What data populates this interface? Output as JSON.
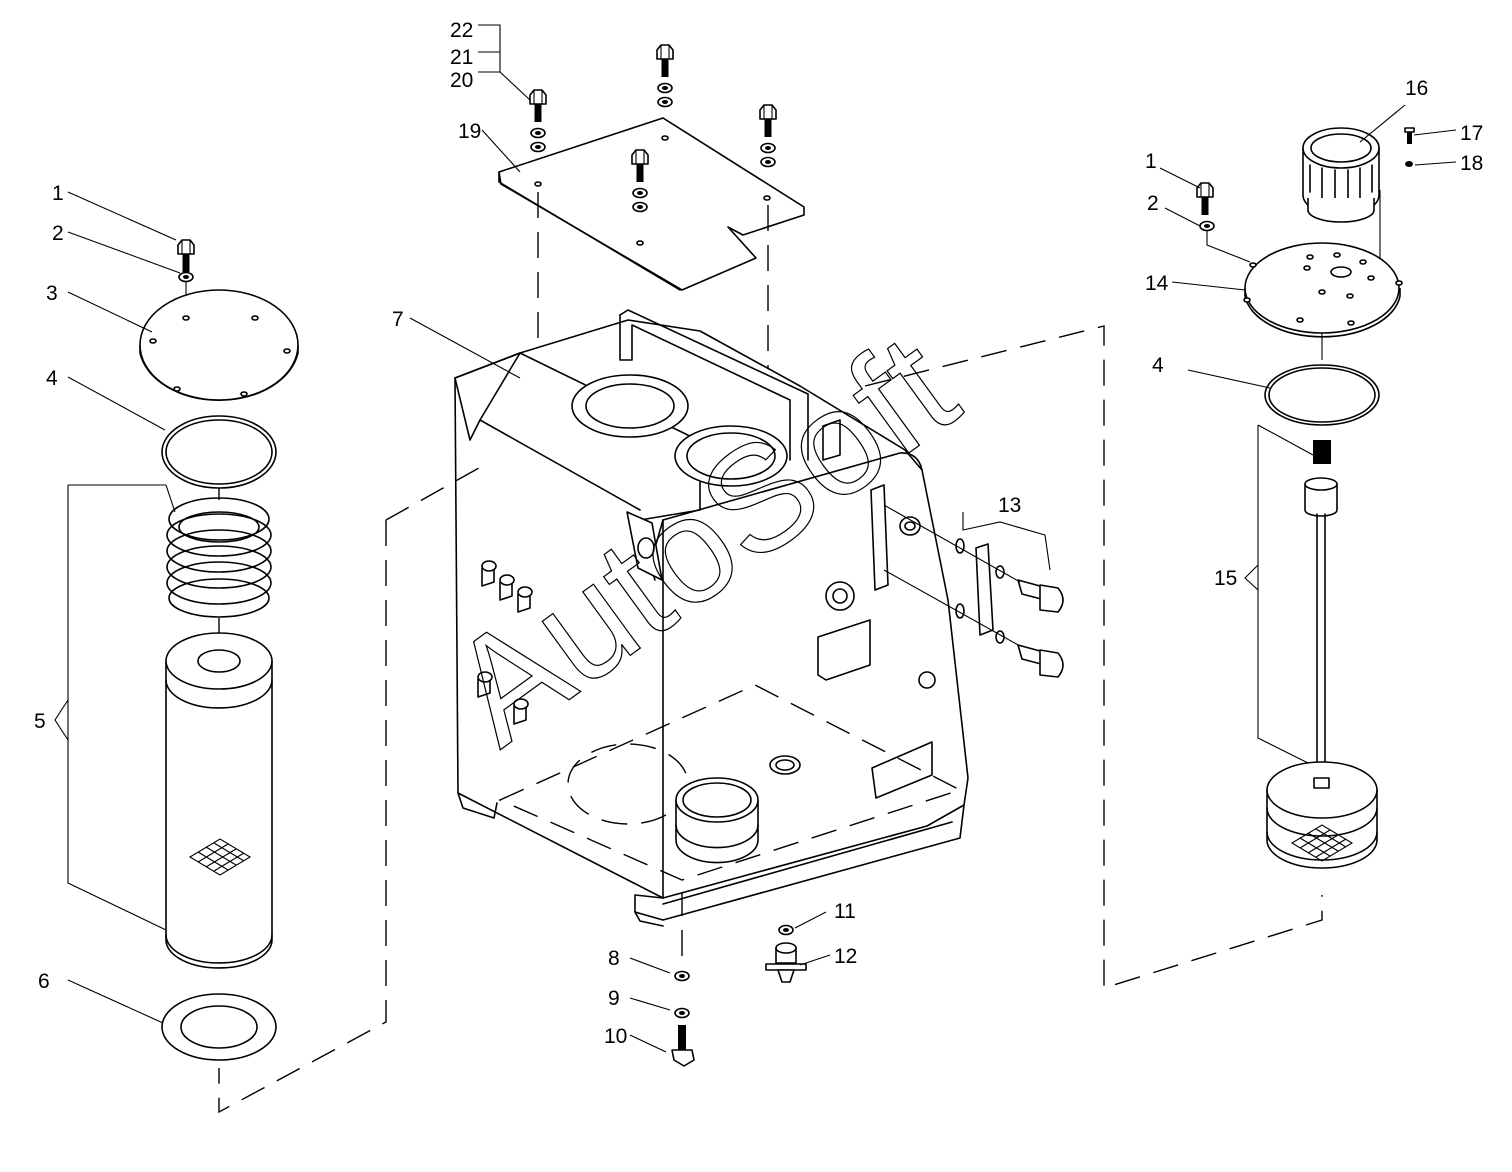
{
  "watermark": "AutoSoft",
  "labels": {
    "l1": "1",
    "l2": "2",
    "l3": "3",
    "l4": "4",
    "l5": "5",
    "l6": "6",
    "l7": "7",
    "l8": "8",
    "l9": "9",
    "l10": "10",
    "l11": "11",
    "l12": "12",
    "l13": "13",
    "l19": "19",
    "l20": "20",
    "l21": "21",
    "l22": "22",
    "r1": "1",
    "r2": "2",
    "r4": "4",
    "r14": "14",
    "r15": "15",
    "r16": "16",
    "r17": "17",
    "r18": "18"
  }
}
